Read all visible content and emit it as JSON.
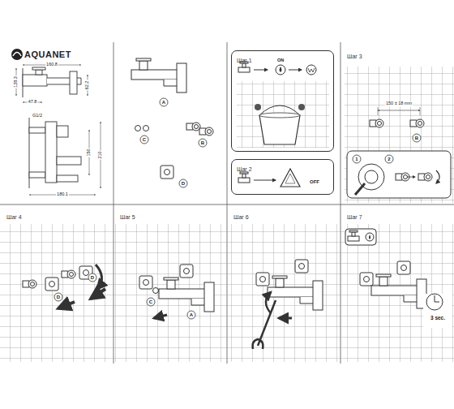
{
  "diagram": {
    "nodes": [
      {
        "text": [
          "Шаг 1"
        ]
      },
      {
        "text": [
          "Шаг 2"
        ]
      },
      {
        "text": [
          "Шаг 3"
        ]
      },
      {
        "text": [
          "Шаг 4"
        ]
      },
      {
        "text": [
          "Шаг 5"
        ]
      },
      {
        "text": [
          "Шаг 6"
        ]
      },
      {
        "text": [
          "Шаг 7"
        ]
      }
    ],
    "labels": [
      "AQUANET",
      "160.8",
      "128.3",
      "62.2",
      "47.8",
      "G1/2",
      "150",
      "210",
      "180.1",
      "A",
      "C",
      "B",
      "D",
      "ON",
      "OFF",
      "150 ± 18 mm",
      "B",
      "1",
      "2",
      "D",
      "D",
      "C",
      "A",
      "3 sec."
    ]
  }
}
